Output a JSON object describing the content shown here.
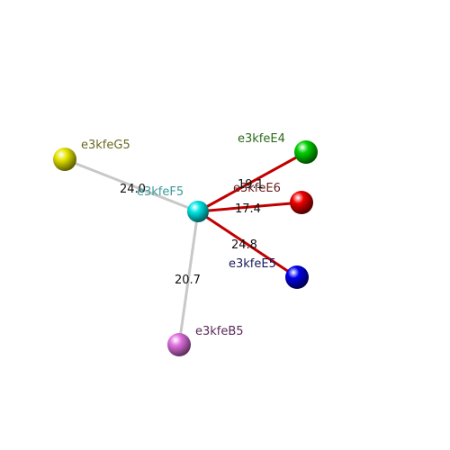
{
  "nodes": [
    {
      "id": "F5",
      "label": "e3kfeF5",
      "color": "#00e5e5",
      "label_color": "#3a9a9a"
    },
    {
      "id": "G5",
      "label": "e3kfeG5",
      "color": "#e5e500",
      "label_color": "#6a6a20"
    },
    {
      "id": "E4",
      "label": "e3kfeE4",
      "color": "#00d000",
      "label_color": "#2a6a1a"
    },
    {
      "id": "E6",
      "label": "e3kfeE6",
      "color": "#ee0000",
      "label_color": "#6a2020"
    },
    {
      "id": "E5",
      "label": "e3kfeE5",
      "color": "#0000ee",
      "label_color": "#1a1a5a"
    },
    {
      "id": "B5",
      "label": "e3kfeB5",
      "color": "#e070e0",
      "label_color": "#5a2a5a"
    }
  ],
  "edges": [
    {
      "from": "F5",
      "to": "G5",
      "value": "24.0",
      "color": "#c8c8c8"
    },
    {
      "from": "F5",
      "to": "E4",
      "value": "19.1",
      "color": "#c00000"
    },
    {
      "from": "F5",
      "to": "E6",
      "value": "17.4",
      "color": "#c00000"
    },
    {
      "from": "F5",
      "to": "E5",
      "value": "24.8",
      "color": "#c00000"
    },
    {
      "from": "F5",
      "to": "B5",
      "value": "20.7",
      "color": "#c8c8c8"
    }
  ]
}
